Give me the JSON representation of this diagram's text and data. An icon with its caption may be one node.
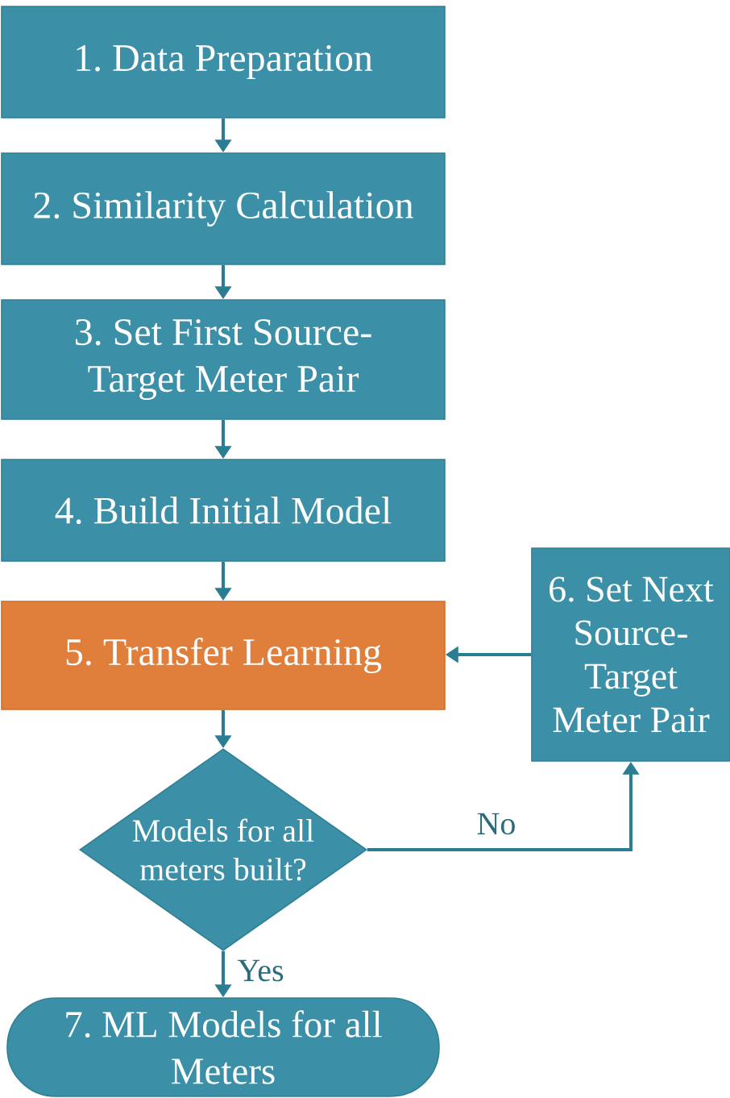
{
  "diagram": {
    "nodes": [
      {
        "text": [
          "1. Data Preparation"
        ]
      },
      {
        "text": [
          "2. Similarity Calculation"
        ]
      },
      {
        "text": [
          "3. Set First Source- Target Meter Pair"
        ]
      },
      {
        "text": [
          "4. Build Initial Model"
        ]
      },
      {
        "text": [
          "5. Transfer Learning"
        ]
      },
      {
        "text": [
          "6. Set Next Source- Target Meter Pair"
        ]
      },
      {
        "text": [
          "Models for all meters built?"
        ]
      },
      {
        "text": [
          "7. ML Models for all Meters"
        ]
      }
    ],
    "edges": [
      {
        "from": 0,
        "to": 1,
        "arrow": "to"
      },
      {
        "from": 1,
        "to": 2,
        "arrow": "to"
      },
      {
        "from": 2,
        "to": 3,
        "arrow": "to"
      },
      {
        "from": 3,
        "to": 4,
        "arrow": "to"
      },
      {
        "from": 4,
        "to": 6,
        "arrow": "to"
      },
      {
        "from": 6,
        "to": 7,
        "arrow": "to",
        "label": "Yes"
      },
      {
        "from": 6,
        "to": 5,
        "arrow": "to",
        "label": "No"
      },
      {
        "from": 5,
        "to": 4,
        "arrow": "to"
      }
    ]
  }
}
